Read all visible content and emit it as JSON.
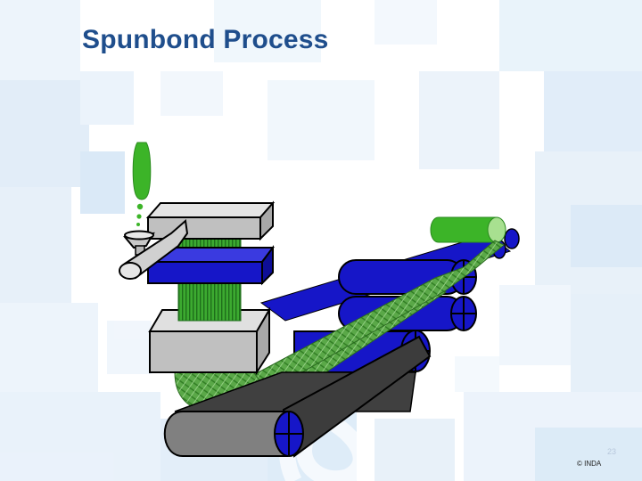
{
  "slide": {
    "title": "Spunbond Process",
    "page_number": "23",
    "copyright": "© INDA"
  },
  "colors": {
    "title": "#1f4e8c",
    "roller_blue": "#1616c8",
    "polymer_green": "#3cb428",
    "machine_grey": "#c0c0c0",
    "belt_dark": "#3c3c3c",
    "belt_grey": "#808080"
  }
}
